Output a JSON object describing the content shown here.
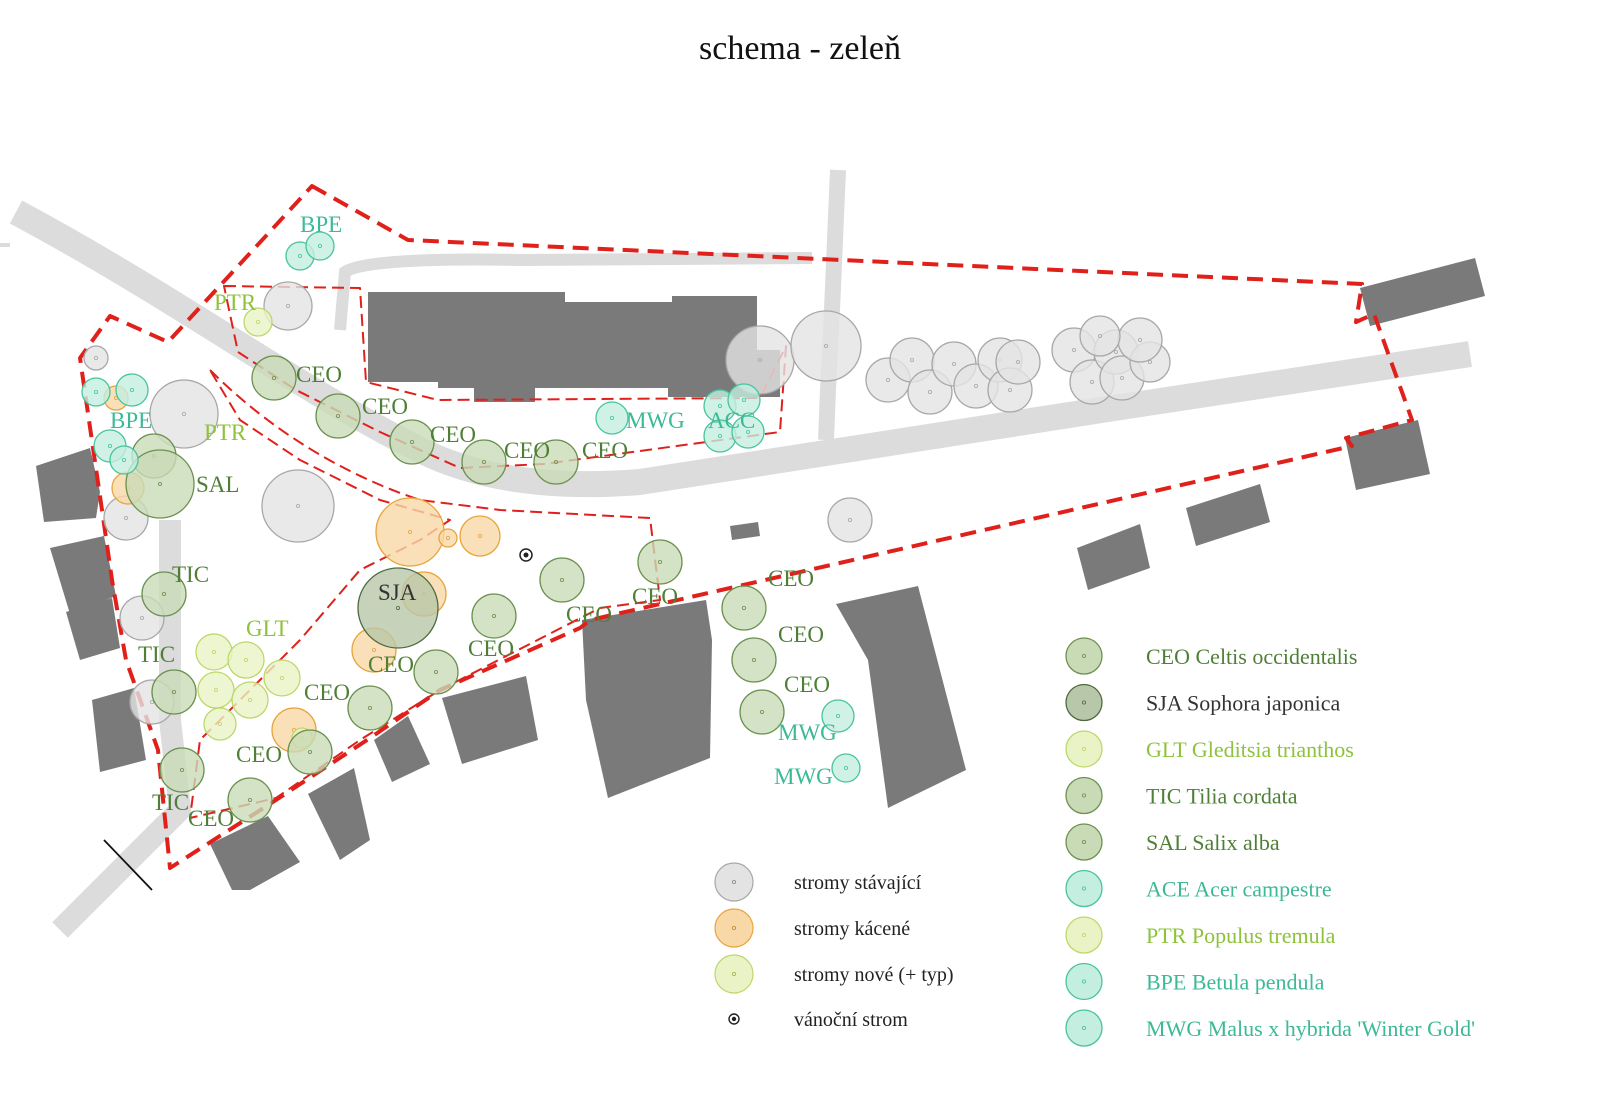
{
  "title": "schema - zeleň",
  "colors": {
    "road": "#dcdcdc",
    "building": "#7a7a7a",
    "boundary": "#e0201b",
    "existing_fill": "#e3e3e3",
    "existing_stroke": "#a8a8a8",
    "removed_fill": "#f7d8a6",
    "removed_stroke": "#e9a53b",
    "new_fill": "#eaf3c6",
    "new_stroke": "#bcd86a",
    "celtis_fill": "#c9dbb6",
    "celtis_stroke": "#6c9150",
    "sophora_fill": "#b8c7a9",
    "sophora_stroke": "#4d6b3f",
    "teal_fill": "#c4eee0",
    "teal_stroke": "#47c49c",
    "label_dark_green": "#4f7f37",
    "label_light_green": "#8ec23c",
    "label_teal": "#3cb996",
    "label_dark": "#333333"
  },
  "map_labels": {
    "bpe_top": "BPE",
    "ptr_top": "PTR",
    "ceo_1": "CEO",
    "ceo_2": "CEO",
    "ceo_3": "CEO",
    "ceo_4": "CEO",
    "ceo_5": "CEO",
    "mwg_top": "MWG",
    "acc": "ACC",
    "bpe_left": "BPE",
    "ptr_left": "PTR",
    "sal": "SAL",
    "tic_1": "TIC",
    "sja": "SJA",
    "glt": "GLT",
    "tic_2": "TIC",
    "ceo_6": "CEO",
    "ceo_7": "CEO",
    "ceo_8": "CEO",
    "ceo_9": "CEO",
    "ceo_10": "CEO",
    "ceo_11": "CEO",
    "tic_3": "TIC",
    "ceo_12": "CEO",
    "ceo_13": "CEO",
    "ceo_14": "CEO",
    "ceo_15": "CEO",
    "mwg_1": "MWG",
    "mwg_2": "MWG"
  },
  "legend_tree_status": [
    {
      "label": "stromy stávající",
      "kind": "existing"
    },
    {
      "label": "stromy kácené",
      "kind": "removed"
    },
    {
      "label": "stromy nové (+ typ)",
      "kind": "new"
    },
    {
      "label": "vánoční strom",
      "kind": "christmas"
    }
  ],
  "legend_species": [
    {
      "label": "CEO Celtis occidentalis",
      "kind": "celtis",
      "text_color": "label_dark_green"
    },
    {
      "label": "SJA Sophora japonica",
      "kind": "sophora",
      "text_color": "label_dark"
    },
    {
      "label": "GLT Gleditsia trianthos",
      "kind": "new",
      "text_color": "label_light_green"
    },
    {
      "label": "TIC Tilia cordata",
      "kind": "celtis",
      "text_color": "label_dark_green"
    },
    {
      "label": "SAL Salix alba",
      "kind": "celtis",
      "text_color": "label_dark_green"
    },
    {
      "label": "ACE Acer campestre",
      "kind": "teal",
      "text_color": "label_teal"
    },
    {
      "label": "PTR Populus tremula",
      "kind": "new",
      "text_color": "label_light_green"
    },
    {
      "label": "BPE Betula pendula",
      "kind": "teal",
      "text_color": "label_teal"
    },
    {
      "label": "MWG Malus x hybrida 'Winter Gold'",
      "kind": "teal",
      "text_color": "label_teal"
    }
  ]
}
